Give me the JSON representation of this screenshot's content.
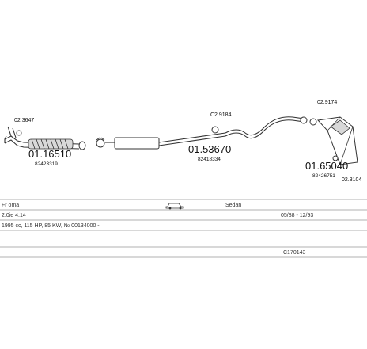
{
  "parts": {
    "gasket_left": "02.3647",
    "front_pipe_number": "01.16510",
    "front_pipe_oem": "82423319",
    "center_clamp": "C2.9184",
    "middle_silencer_number": "01.53670",
    "middle_silencer_oem": "82418334",
    "rear_clamp": "02.9174",
    "rear_silencer_number": "01.65040",
    "rear_silencer_oem": "82426751",
    "rubber_mount": "02.3104"
  },
  "info": {
    "model": "Fr oma",
    "body_type": "Sedan",
    "engine": "2.0ie 4.14",
    "period": "05/88 - 12/93",
    "spec": "1995 cc, 115 HP, 85 KW, № 00134000 -",
    "catalog_code": "C170143"
  }
}
